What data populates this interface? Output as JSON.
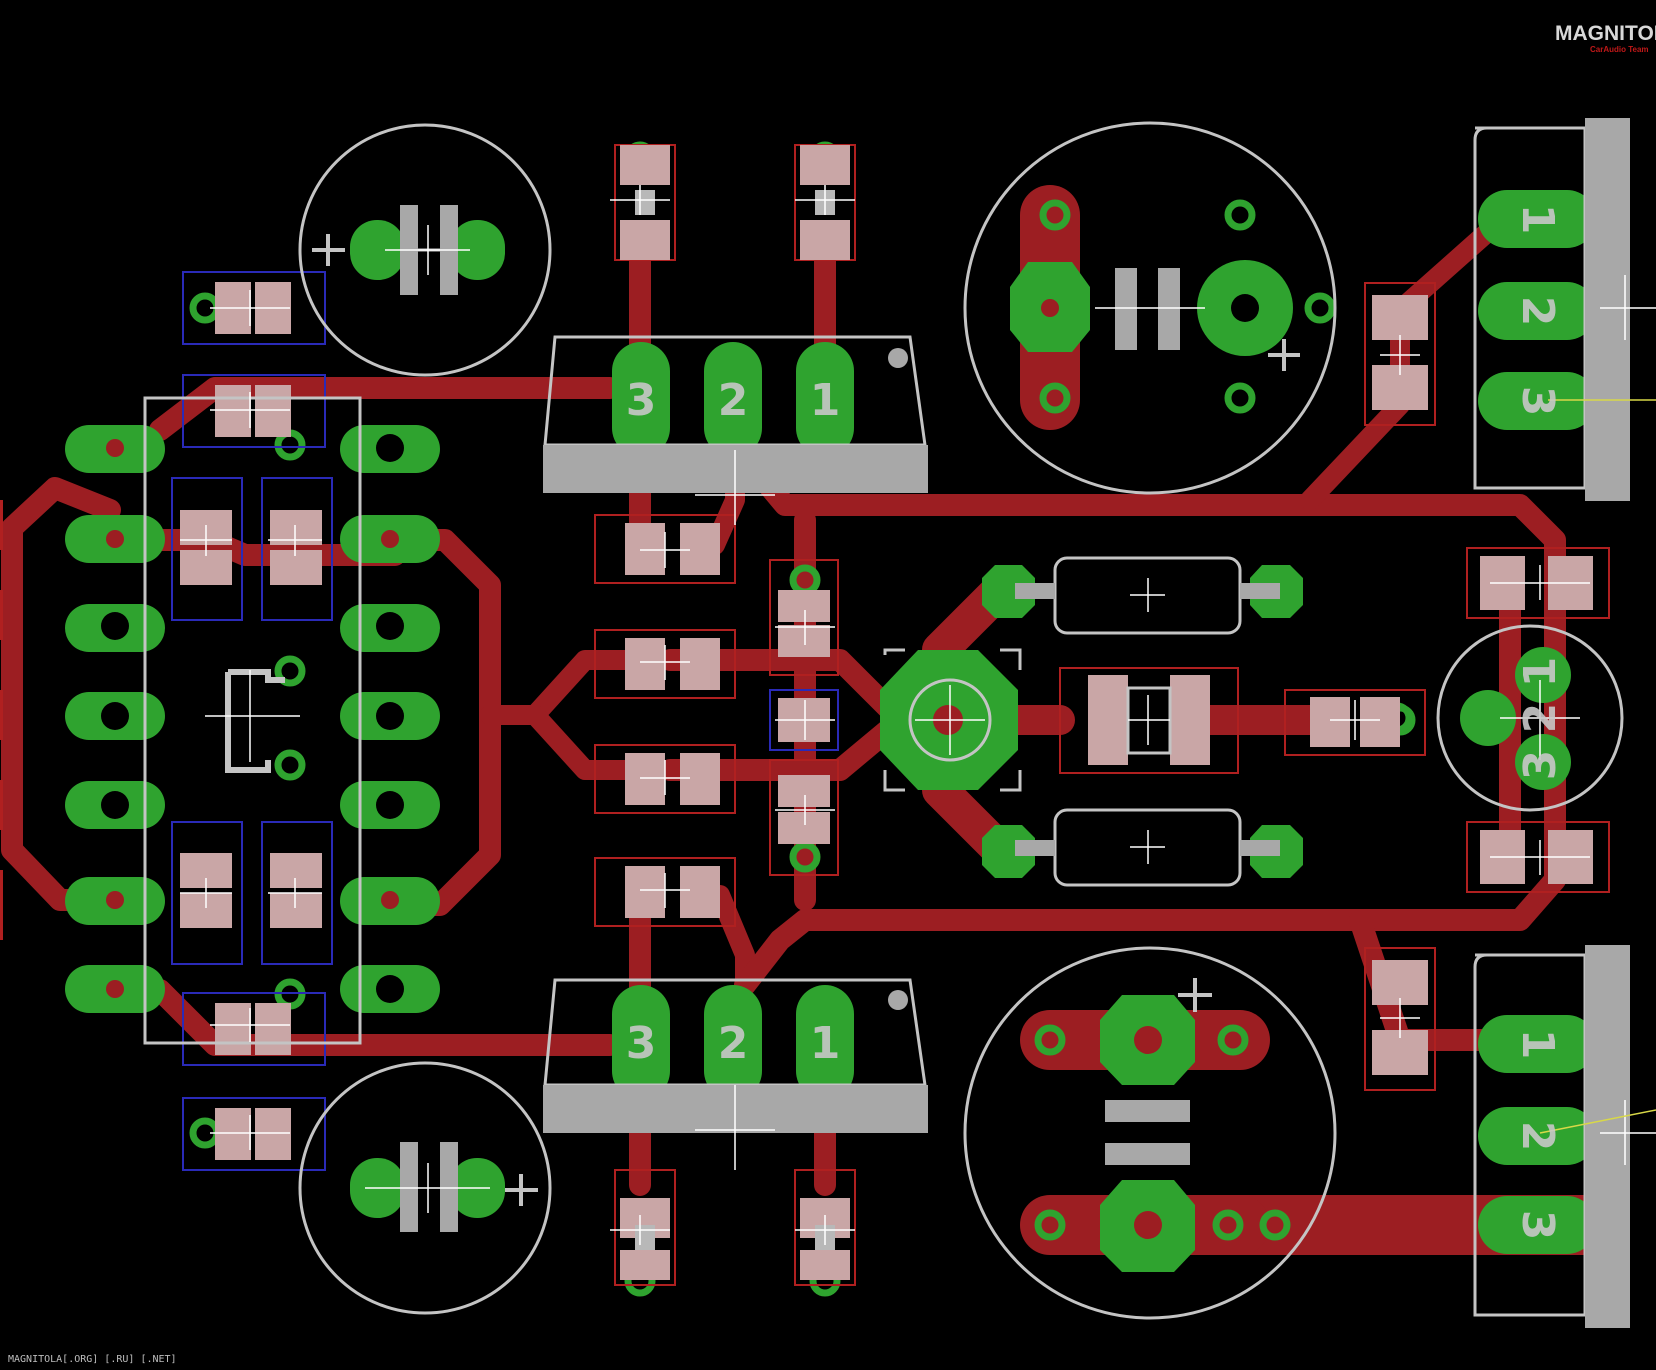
{
  "logo": {
    "text": "MAGNITOLA",
    "subtext": "CarAudio Team"
  },
  "footer": {
    "text": "MAGNITOLA[.ORG] [.RU] [.NET]"
  },
  "colors": {
    "background": "#000000",
    "trace": "#9c1e22",
    "pad": "#2fa32f",
    "silkscreen": "#c4c4c4",
    "smd_pad": "#c9a6a6",
    "component_outline": "#b02020",
    "keepout": "#2a2ab8"
  },
  "pin_labels": {
    "top_regulator": [
      "3",
      "2",
      "1"
    ],
    "bottom_regulator": [
      "3",
      "2",
      "1"
    ],
    "connector_top": [
      "1",
      "2",
      "3"
    ],
    "connector_bottom": [
      "1",
      "2",
      "3"
    ],
    "connector_round": [
      "3",
      "2",
      "1"
    ]
  }
}
